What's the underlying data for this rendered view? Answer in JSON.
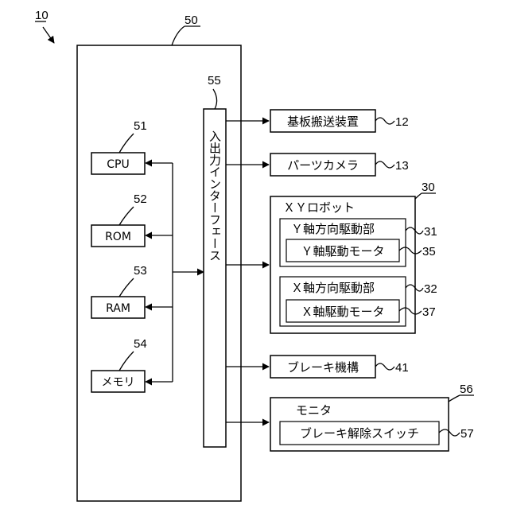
{
  "refs": {
    "system": "10",
    "controller": "50",
    "interface": "55",
    "cpu": "51",
    "rom": "52",
    "ram": "53",
    "memory": "54",
    "board_conveyor": "12",
    "parts_camera": "13",
    "xy_robot": "30",
    "y_drive": "31",
    "y_motor": "35",
    "x_drive": "32",
    "x_motor": "37",
    "brake": "41",
    "monitor": "56",
    "brake_switch": "57"
  },
  "labels": {
    "cpu": "CPU",
    "rom": "ROM",
    "ram": "RAM",
    "memory": "メモリ",
    "interface": "入出力インターフェース",
    "board_conveyor": "基板搬送装置",
    "parts_camera": "パーツカメラ",
    "xy_robot": "ＸＹロボット",
    "y_drive": "Ｙ軸方向駆動部",
    "y_motor": "Ｙ軸駆動モータ",
    "x_drive": "Ｘ軸方向駆動部",
    "x_motor": "Ｘ軸駆動モータ",
    "brake": "ブレーキ機構",
    "monitor": "モニタ",
    "brake_switch": "ブレーキ解除スイッチ"
  }
}
